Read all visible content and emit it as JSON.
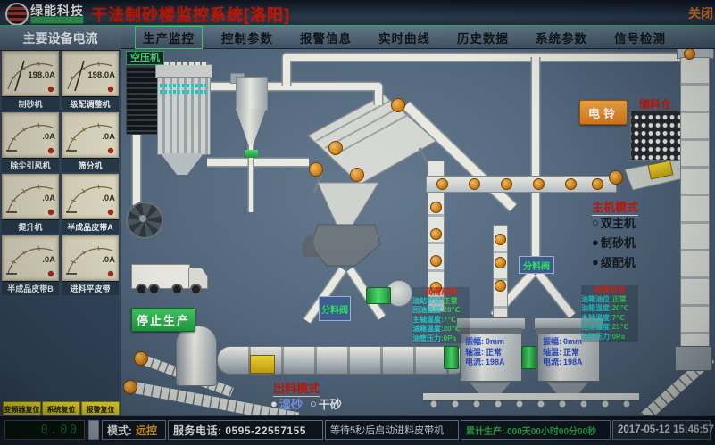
{
  "header": {
    "logo_text": "绿能科技",
    "title": "干法制砂楼监控系统[洛阳]",
    "close_label": "关闭"
  },
  "menu": {
    "items": [
      {
        "label": "生产监控",
        "active": true
      },
      {
        "label": "控制参数",
        "active": false
      },
      {
        "label": "报警信息",
        "active": false
      },
      {
        "label": "实时曲线",
        "active": false
      },
      {
        "label": "历史数据",
        "active": false
      },
      {
        "label": "系统参数",
        "active": false
      },
      {
        "label": "信号检测",
        "active": false
      }
    ]
  },
  "sidebar": {
    "title": "主要设备电流",
    "gauges": [
      {
        "label": "制砂机",
        "value": "198.0A"
      },
      {
        "label": "级配调整机",
        "value": "198.0A"
      },
      {
        "label": "除尘引风机",
        "value": ".0A"
      },
      {
        "label": "筛分机",
        "value": ".0A"
      },
      {
        "label": "提升机",
        "value": ".0A"
      },
      {
        "label": "半成品皮带A",
        "value": ".0A"
      },
      {
        "label": "半成品皮带B",
        "value": ".0A"
      },
      {
        "label": "进料平皮带",
        "value": ".0A"
      }
    ],
    "reset_buttons": [
      {
        "label": "变频器复位"
      },
      {
        "label": "系统复位"
      },
      {
        "label": "报警复位"
      }
    ],
    "lcd_value": "0.00"
  },
  "diagram": {
    "air_compressor_label": "空压机",
    "bell_button_label": "电铃",
    "silo_label": "储料仓",
    "stop_button_label": "停止生产",
    "splitter_labels": [
      "分料阀",
      "分料阀"
    ],
    "host_mode": {
      "title": "主机模式",
      "options": [
        {
          "bullet": "○",
          "label": "双主机",
          "selected": false
        },
        {
          "bullet": "●",
          "label": "制砂机",
          "selected": true
        },
        {
          "bullet": "●",
          "label": "级配机",
          "selected": true
        }
      ]
    },
    "discharge_mode": {
      "title": "出料模式",
      "options": [
        {
          "bullet": "●",
          "label": "湿砂",
          "selected": true
        },
        {
          "bullet": "○",
          "label": "干砂",
          "selected": false
        }
      ]
    },
    "lube_panels": [
      {
        "title": "润滑系统",
        "rows": [
          [
            "油站状态",
            "正常"
          ],
          [
            "回油温度",
            "20℃"
          ],
          [
            "主轴温度",
            "7℃"
          ],
          [
            "油箱温度",
            "20℃"
          ],
          [
            "油管压力",
            "0Pa"
          ]
        ]
      },
      {
        "title": "润滑系统",
        "rows": [
          [
            "油箱油位",
            "正常"
          ],
          [
            "油箱温度",
            "20℃"
          ],
          [
            "主轴温度",
            "7℃"
          ],
          [
            "回油温度",
            "25℃"
          ],
          [
            "油管压力",
            "0Pa"
          ]
        ]
      }
    ],
    "machines": [
      {
        "rows": [
          [
            "振幅",
            "0mm"
          ],
          [
            "轴温",
            "正常"
          ],
          [
            "电流",
            "198A"
          ]
        ]
      },
      {
        "rows": [
          [
            "振幅",
            "0mm"
          ],
          [
            "轴温",
            "正常"
          ],
          [
            "电流",
            "198A"
          ]
        ]
      }
    ]
  },
  "statusbar": {
    "mode_prefix": "模式:",
    "mode_value": "远控",
    "phone": "服务电话: 0595-22557155",
    "message": "等待5秒后启动进料皮带机",
    "runtime": "累计生产: 000天00小时00分00秒",
    "datetime": "2017-05-12 15:46:57"
  },
  "colors": {
    "title_red": "#c41808",
    "menu_active_green": "#35d06a",
    "reset_button_yellow": "#e8d51f",
    "bell_orange": "#e08020",
    "stop_green": "#27ab49",
    "lube_value_green": "#2fd04a",
    "lube_label_cyan": "#22c8c8",
    "machine_text_blue": "#2b4ac8",
    "runtime_green": "#2fae4a",
    "splitter_label_green": "#2fe060"
  }
}
